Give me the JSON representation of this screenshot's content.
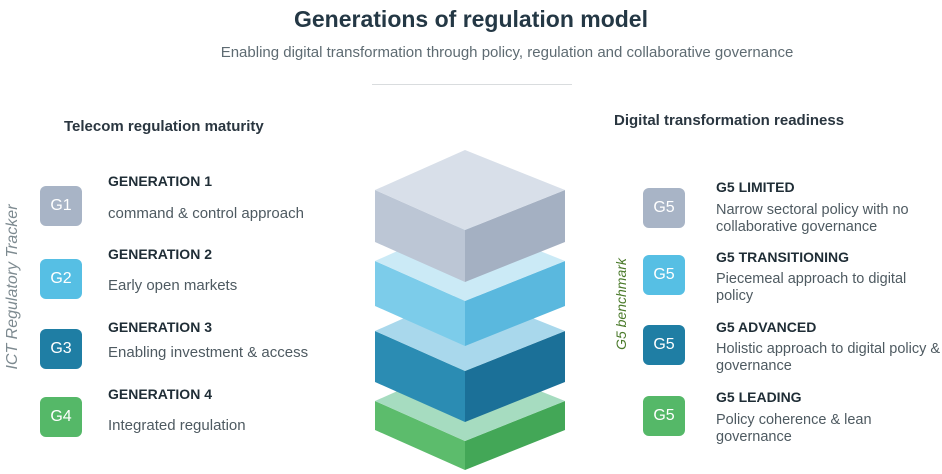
{
  "header": {
    "title": "Generations of regulation model",
    "subtitle": "Enabling digital transformation through policy, regulation and collaborative governance"
  },
  "left": {
    "heading": "Telecom regulation maturity",
    "side_label": "ICT Regulatory Tracker",
    "generations": [
      {
        "badge": "G1",
        "title": "GENERATION 1",
        "desc": "command & control approach",
        "color": "#a8b4c6"
      },
      {
        "badge": "G2",
        "title": "GENERATION 2",
        "desc": "Early open markets",
        "color": "#56bfe4"
      },
      {
        "badge": "G3",
        "title": "GENERATION 3",
        "desc": "Enabling investment & access",
        "color": "#1f7ea4"
      },
      {
        "badge": "G4",
        "title": "GENERATION 4",
        "desc": "Integrated regulation",
        "color": "#55b868"
      }
    ]
  },
  "right": {
    "heading": "Digital transformation readiness",
    "side_label": "G5 benchmark",
    "levels": [
      {
        "badge": "G5",
        "title": "G5 LIMITED",
        "desc": "Narrow sectoral policy with no collaborative governance",
        "color": "#a8b4c6"
      },
      {
        "badge": "G5",
        "title": "G5 TRANSITIONING",
        "desc": "Piecemeal approach to digital policy",
        "color": "#56bfe4"
      },
      {
        "badge": "G5",
        "title": "G5 ADVANCED",
        "desc": "Holistic approach to digital policy & governance",
        "color": "#1f7ea4"
      },
      {
        "badge": "G5",
        "title": "G5 LEADING",
        "desc": "Policy coherence & lean governance",
        "color": "#55b868"
      }
    ]
  },
  "stack": {
    "layers": [
      {
        "name": "layer-1",
        "top": "#d8dfe9",
        "left": "#bcc6d5",
        "right": "#a4b0c2"
      },
      {
        "name": "layer-2",
        "top": "#cbeaf6",
        "left": "#7cccea",
        "right": "#5ab8de"
      },
      {
        "name": "layer-3",
        "top": "#a9d8ec",
        "left": "#2b8cb3",
        "right": "#1b7098"
      },
      {
        "name": "layer-4",
        "top": "#a6dcc0",
        "left": "#5cbc6c",
        "right": "#43a757"
      }
    ]
  }
}
